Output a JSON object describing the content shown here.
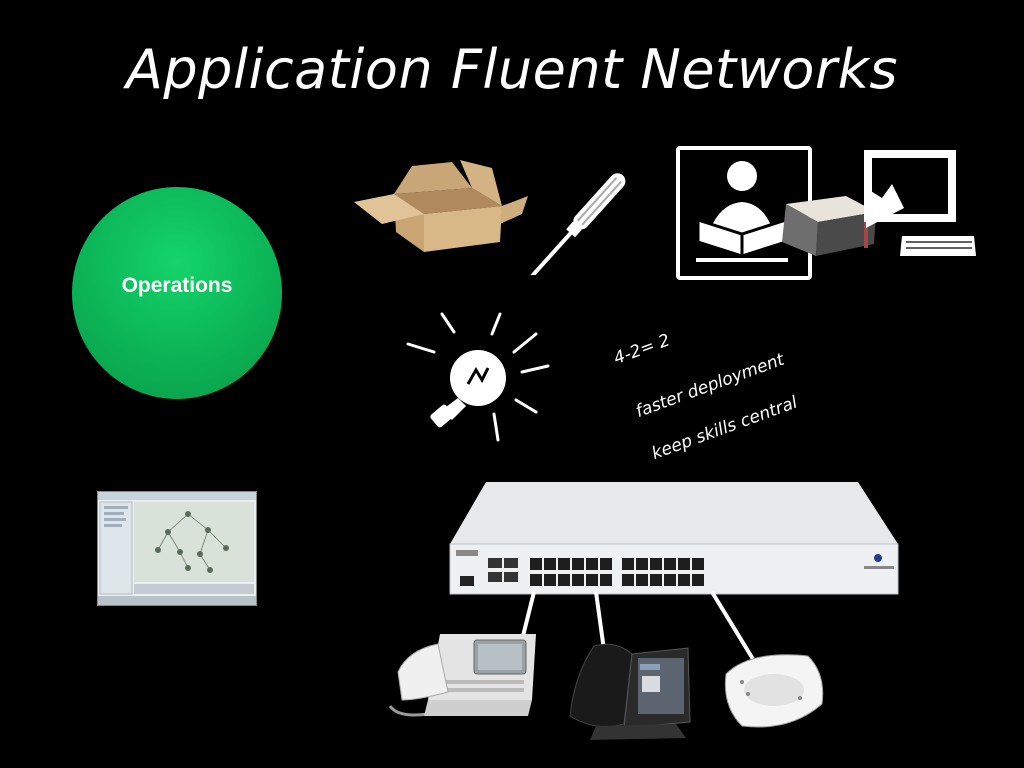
{
  "slide": {
    "title": "Application Fluent Networks",
    "operations_label": "Operations",
    "notes": [
      "4-2= 2",
      "faster deployment",
      "keep skills central"
    ]
  },
  "colors": {
    "background": "#000000",
    "operations_circle": "#0cb456",
    "text": "#ffffff"
  },
  "icons": [
    "cardboard-box-icon",
    "screwdriver-icon",
    "reading-person-icon",
    "laptop-icon",
    "lightbulb-icon",
    "network-switch-icon",
    "desk-phone-icon",
    "touchscreen-phone-icon",
    "wireless-access-point-icon"
  ]
}
